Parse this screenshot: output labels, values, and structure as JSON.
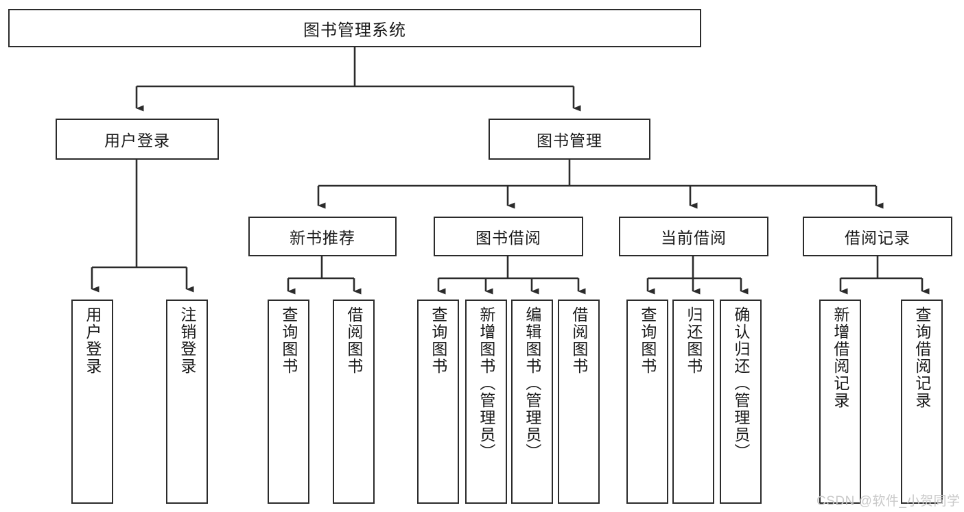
{
  "diagram": {
    "type": "hierarchy-tree",
    "title": "图书管理系统",
    "root": {
      "label": "图书管理系统"
    },
    "level2": [
      {
        "id": "user-login",
        "label": "用户登录"
      },
      {
        "id": "book-management",
        "label": "图书管理"
      }
    ],
    "level3": [
      {
        "id": "new-book-recommend",
        "label": "新书推荐",
        "parent": "book-management"
      },
      {
        "id": "book-borrow",
        "label": "图书借阅",
        "parent": "book-management"
      },
      {
        "id": "current-borrow",
        "label": "当前借阅",
        "parent": "book-management"
      },
      {
        "id": "borrow-record",
        "label": "借阅记录",
        "parent": "book-management"
      }
    ],
    "leaves": [
      {
        "id": "leaf-user-login",
        "label": "用户登录",
        "parent": "user-login"
      },
      {
        "id": "leaf-logout-login",
        "label": "注销登录",
        "parent": "user-login"
      },
      {
        "id": "leaf-query-book-1",
        "label": "查询图书",
        "parent": "new-book-recommend"
      },
      {
        "id": "leaf-borrow-book-1",
        "label": "借阅图书",
        "parent": "new-book-recommend"
      },
      {
        "id": "leaf-query-book-2",
        "label": "查询图书",
        "parent": "book-borrow"
      },
      {
        "id": "leaf-add-book",
        "label": "新增图书（管理员）",
        "parent": "book-borrow"
      },
      {
        "id": "leaf-edit-book",
        "label": "编辑图书（管理员）",
        "parent": "book-borrow"
      },
      {
        "id": "leaf-borrow-book-2",
        "label": "借阅图书",
        "parent": "book-borrow"
      },
      {
        "id": "leaf-query-book-3",
        "label": "查询图书",
        "parent": "current-borrow"
      },
      {
        "id": "leaf-return-book",
        "label": "归还图书",
        "parent": "current-borrow"
      },
      {
        "id": "leaf-confirm-return",
        "label": "确认归还（管理员）",
        "parent": "current-borrow"
      },
      {
        "id": "leaf-add-borrow-record",
        "label": "新增借阅记录",
        "parent": "borrow-record"
      },
      {
        "id": "leaf-query-borrow-record",
        "label": "查询借阅记录",
        "parent": "borrow-record"
      }
    ],
    "watermark": "CSDN @软件_小贺同学",
    "colors": {
      "border": "#2b2b2b",
      "background": "#ffffff",
      "text": "#1a1a1a",
      "watermark": "#c9c9c9"
    }
  }
}
